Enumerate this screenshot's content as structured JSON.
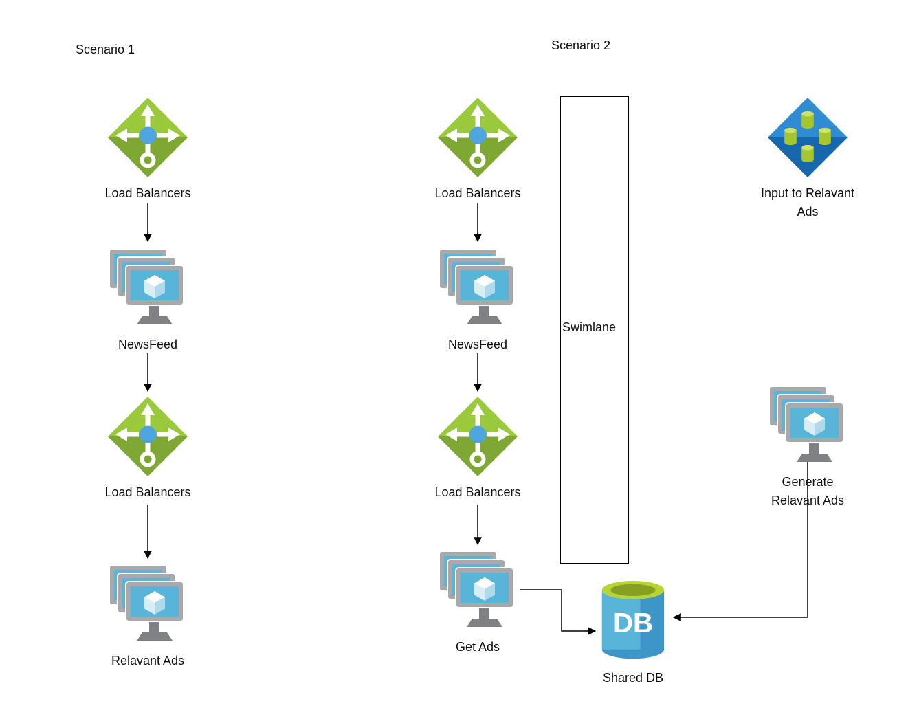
{
  "scenario1": {
    "title": "Scenario 1",
    "nodes": [
      {
        "id": "load-balancers-1",
        "label": "Load Balancers"
      },
      {
        "id": "newsfeed",
        "label": "NewsFeed"
      },
      {
        "id": "load-balancers-2",
        "label": "Load Balancers"
      },
      {
        "id": "relavant-ads",
        "label": "Relavant Ads"
      }
    ]
  },
  "scenario2": {
    "title": "Scenario 2",
    "nodes": [
      {
        "id": "load-balancers-1",
        "label": "Load Balancers"
      },
      {
        "id": "newsfeed",
        "label": "NewsFeed"
      },
      {
        "id": "load-balancers-2",
        "label": "Load Balancers"
      },
      {
        "id": "get-ads",
        "label": "Get Ads"
      }
    ]
  },
  "swimlane": {
    "label": "Swimlane"
  },
  "ads_pipeline": {
    "input": {
      "label": "Input to Relavant Ads"
    },
    "generate": {
      "label": "Generate Relavant Ads"
    }
  },
  "shared_db": {
    "label": "Shared DB",
    "db_text": "DB"
  },
  "icons": {
    "load_balancer": "load-balancer-icon",
    "virtual_machines": "virtual-machines-icon",
    "input_ads": "input-data-icon",
    "database": "database-icon"
  },
  "colors": {
    "lb_green_light": "#9BC93C",
    "lb_green_dark": "#7EA733",
    "vm_screen_blue": "#59B4D9",
    "vm_frame_gray": "#A7A9AC",
    "input_blue_light": "#2F8CD2",
    "input_blue_dark": "#1667AD",
    "cylinder_green": "#A6C62E",
    "db_body_blue": "#3E96C8",
    "db_top_green": "#B8D432",
    "connector_black": "#000000"
  }
}
